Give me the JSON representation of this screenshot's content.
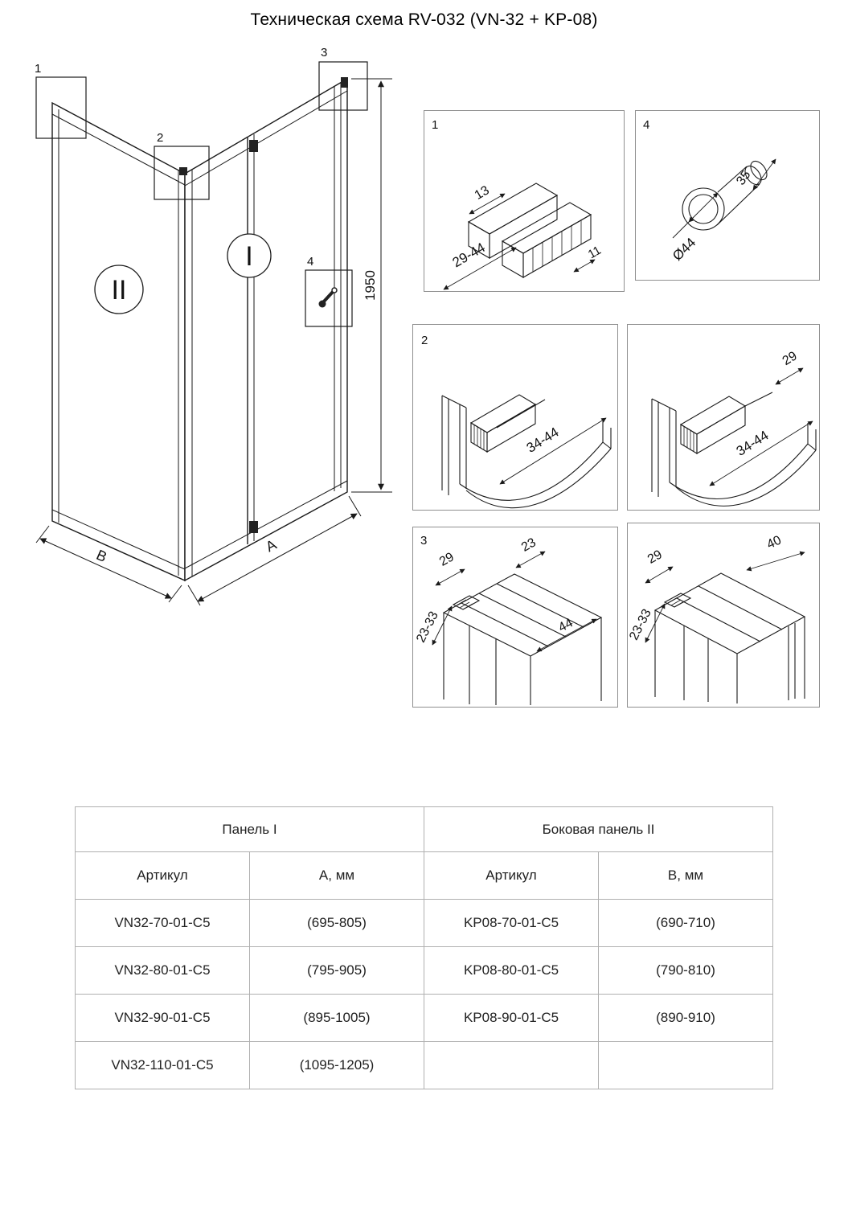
{
  "title": "Техническая схема RV-032 (VN-32 + KP-08)",
  "main": {
    "callout_1": "1",
    "callout_2": "2",
    "callout_3": "3",
    "callout_4": "4",
    "panel_front": "I",
    "panel_side": "II",
    "dim_height": "1950",
    "dim_width_front": "A",
    "dim_width_side": "B"
  },
  "details": {
    "d1": {
      "label": "1",
      "dim_top": "13",
      "dim_depth": "29-44",
      "dim_bottom": "11"
    },
    "d4": {
      "label": "4",
      "dim_neck": "35",
      "dim_diameter": "Ø44"
    },
    "d2": {
      "label": "2",
      "dim_span": "34-44"
    },
    "d2b": {
      "dim_width": "29",
      "dim_span": "34-44"
    },
    "d3": {
      "label": "3",
      "dim_a": "29",
      "dim_b": "23",
      "dim_c": "23-33",
      "dim_d": "44"
    },
    "d3b": {
      "dim_a": "29",
      "dim_b": "40",
      "dim_c": "23-33"
    }
  },
  "table": {
    "groups": [
      "Панель I",
      "Боковая панель II"
    ],
    "headers": [
      "Артикул",
      "А, мм",
      "Артикул",
      "В, мм"
    ],
    "rows": [
      [
        "VN32-70-01-C5",
        "(695-805)",
        "KP08-70-01-C5",
        "(690-710)"
      ],
      [
        "VN32-80-01-C5",
        "(795-905)",
        "KP08-80-01-C5",
        "(790-810)"
      ],
      [
        "VN32-90-01-C5",
        "(895-1005)",
        "KP08-90-01-C5",
        "(890-910)"
      ],
      [
        "VN32-110-01-C5",
        "(1095-1205)",
        "",
        ""
      ]
    ]
  }
}
